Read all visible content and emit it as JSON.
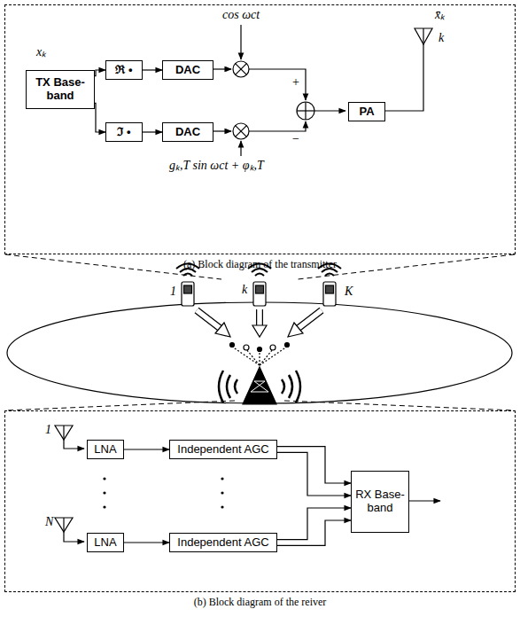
{
  "diagram": {
    "nodes": [
      {
        "text": [
          "(a) Block diagram of the transmitter"
        ]
      },
      {
        "text": [
          "TX Base-band"
        ],
        "in": 0
      },
      {
        "text": [
          "ℜ •"
        ],
        "in": 0
      },
      {
        "text": [
          "DAC"
        ],
        "in": 0
      },
      {
        "text": [
          "ℑ •"
        ],
        "in": 0
      },
      {
        "text": [
          "DAC"
        ],
        "in": 0
      },
      {
        "text": [
          "PA"
        ],
        "in": 0
      },
      {
        "text": [
          "(b) Block diagram of the reiver"
        ]
      },
      {
        "text": [
          "LNA"
        ],
        "in": 7
      },
      {
        "text": [
          "Independent AGC"
        ],
        "in": 7
      },
      {
        "text": [
          "LNA"
        ],
        "in": 7
      },
      {
        "text": [
          "Independent AGC"
        ],
        "in": 7
      },
      {
        "text": [
          "RX Base-band"
        ],
        "in": 7
      }
    ],
    "edges": [
      {
        "from": 1,
        "to": 2,
        "arrow": "to"
      },
      {
        "from": 1,
        "to": 4,
        "arrow": "to"
      },
      {
        "from": 2,
        "to": 3,
        "arrow": "to"
      },
      {
        "from": 4,
        "to": 5,
        "arrow": "to"
      },
      {
        "from": 8,
        "to": 9,
        "arrow": "to"
      },
      {
        "from": 10,
        "to": 11,
        "arrow": "to"
      },
      {
        "from": 9,
        "to": 12,
        "arrow": "to"
      },
      {
        "from": 9,
        "to": 12,
        "arrow": "to"
      },
      {
        "from": 11,
        "to": 12,
        "arrow": "to"
      },
      {
        "from": 11,
        "to": 12,
        "arrow": "to"
      }
    ],
    "labels": [
      "xₖ",
      "cos ωct",
      "+",
      "−",
      "gₖ,T sin ωct + φₖ,T",
      "x̄ₖ",
      "k",
      "1",
      "k",
      "K",
      "1",
      "N"
    ]
  }
}
